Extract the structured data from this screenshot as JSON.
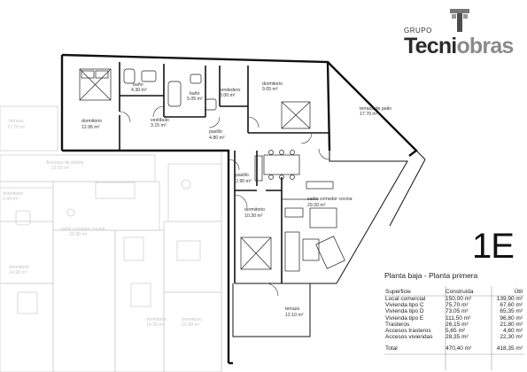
{
  "brand": {
    "group_label": "GRUPO",
    "name_part1": "Tecni",
    "name_part2": "obras"
  },
  "unit_code": "1E",
  "subtitle": "Planta baja - Planta primera",
  "rooms": {
    "dormitorio_a": {
      "name": "dormitorio",
      "area": "12.95 m²"
    },
    "bano_a": {
      "name": "baño",
      "area": "4.30 m²"
    },
    "bano_b": {
      "name": "baño",
      "area": "5.05 m²"
    },
    "vestibulo": {
      "name": "vestíbulo",
      "area": "3.15 m²"
    },
    "tendedero": {
      "name": "tendedero",
      "area": "3.00 m²"
    },
    "dormitorio_b": {
      "name": "dormitorio",
      "area": "9.05 m²"
    },
    "pasillo_a": {
      "name": "pasillo",
      "area": "4.80 m²"
    },
    "terraza_patio": {
      "name": "terraza de patio",
      "area": "17.70 m²"
    },
    "pasillo_b": {
      "name": "pasillo",
      "area": "2.90 m²"
    },
    "salon": {
      "name": "salón comedor cocina",
      "area": "29.20 m²"
    },
    "dormitorio_c": {
      "name": "dormitorio",
      "area": "10.30 m²"
    },
    "terraza": {
      "name": "terraza",
      "area": "12.10 m²"
    }
  },
  "faded_labels": {
    "f1": {
      "name": "terraza",
      "area": "17.70 m²"
    },
    "f2": {
      "name": "Accesos de planta",
      "area": "21.55 m²"
    },
    "f3": {
      "name": "dormitorio",
      "area": "3.44 m²"
    },
    "f4": {
      "name": "salón comedor cocina",
      "area": "23.90 m²"
    },
    "f5": {
      "name": "dormitorio",
      "area": "14.30 m²"
    },
    "f6": {
      "name": "dormitorio",
      "area": "10.30 m²"
    },
    "f7": {
      "name": "dormitorio",
      "area": "10.30 m²"
    }
  },
  "table": {
    "headers": [
      "Superficie",
      "Construida",
      "Útil"
    ],
    "rows": [
      [
        "Local comercial",
        "150,00 m²",
        "139,90 m²"
      ],
      [
        "Vivienda tipo C",
        "75,70 m²",
        "67,60 m²"
      ],
      [
        "Vivienda tipo D",
        "73,05 m²",
        "65,35 m²"
      ],
      [
        "Vivienda tipo E",
        "111,50 m²",
        "96,80 m²"
      ],
      [
        "Trasteros",
        "26,15 m²",
        "21,80 m²"
      ],
      [
        "Accesos trasteros",
        "5,65 m²",
        "4,60 m²"
      ],
      [
        "Accesos viviendas",
        "28,35 m²",
        "22,30 m²"
      ]
    ],
    "total": [
      "Total",
      "470,40 m²",
      "418,35 m²"
    ]
  }
}
